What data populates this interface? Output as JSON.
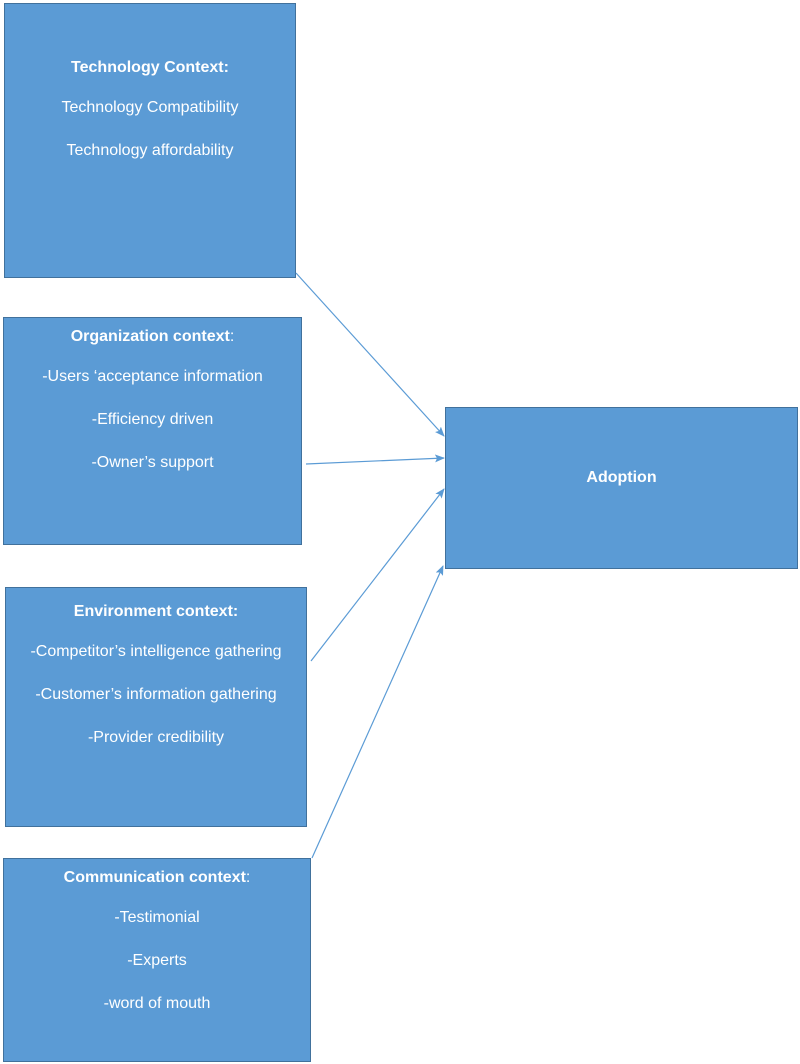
{
  "technology": {
    "title": "Technology Context:",
    "items": [
      "Technology Compatibility",
      "Technology affordability"
    ]
  },
  "organization": {
    "title": "Organization context",
    "title_suffix": ":",
    "items": [
      "-Users ‘acceptance information",
      "-Efficiency driven",
      "-Owner’s support"
    ]
  },
  "environment": {
    "title": "Environment context:",
    "items": [
      "-Competitor’s intelligence gathering",
      "-Customer’s information gathering",
      "-Provider credibility"
    ]
  },
  "communication": {
    "title": "Communication context",
    "title_suffix": ":",
    "items": [
      "-Testimonial",
      "-Experts",
      "-word of mouth"
    ]
  },
  "adoption": {
    "title": "Adoption"
  },
  "colors": {
    "box_fill": "#5b9bd5",
    "box_border": "#41719c",
    "arrow": "#5b9bd5"
  }
}
